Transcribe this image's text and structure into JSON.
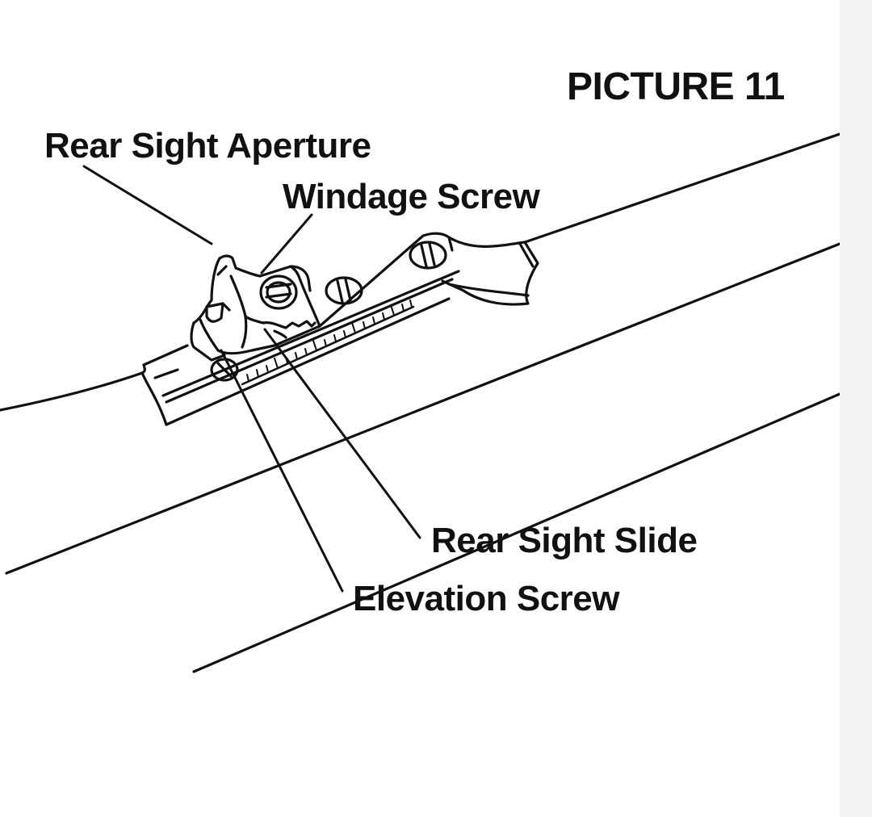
{
  "figure": {
    "title": "PICTURE 11"
  },
  "labels": {
    "rear_sight_aperture": "Rear Sight Aperture",
    "windage_screw": "Windage Screw",
    "rear_sight_slide": "Rear Sight Slide",
    "elevation_screw": "Elevation Screw"
  },
  "colors": {
    "ink": "#111111",
    "background": "#ffffff",
    "scrollbar_track": "#f1f2f4"
  }
}
